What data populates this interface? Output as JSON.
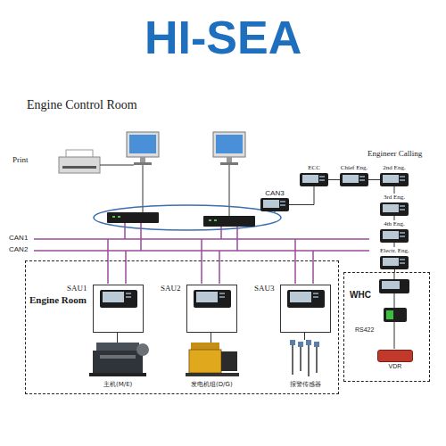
{
  "diagram": {
    "title": "Engine Control Room",
    "nodes": [
      {
        "text": [
          "ECC"
        ]
      },
      {
        "text": [
          "Chief Eng."
        ]
      },
      {
        "text": [
          "2nd Eng."
        ]
      },
      {
        "text": [
          "CAN3"
        ]
      },
      {
        "text": [
          "3rd Eng."
        ]
      },
      {
        "text": [
          "4th Eng."
        ]
      },
      {
        "text": [
          "Electr. Eng."
        ]
      },
      {
        "text": [
          "Engine Room"
        ]
      },
      {
        "text": [
          "SAU1"
        ],
        "in": 7
      },
      {
        "text": [
          "SAU2"
        ],
        "in": 7
      },
      {
        "text": [
          "SAU3"
        ],
        "in": 7
      },
      {
        "text": [
          "WHC"
        ]
      },
      {
        "text": [
          "VDR"
        ],
        "in": 11
      }
    ],
    "edges": [
      {
        "from": 3,
        "to": 0,
        "arrow": "none"
      },
      {
        "from": 0,
        "to": 1,
        "arrow": "none"
      },
      {
        "from": 1,
        "to": 2,
        "arrow": "none"
      },
      {
        "from": 2,
        "to": 4,
        "arrow": "none"
      },
      {
        "from": 4,
        "to": 5,
        "arrow": "none"
      },
      {
        "from": 5,
        "to": 6,
        "arrow": "none"
      },
      {
        "from": 6,
        "to": 11,
        "arrow": "none"
      }
    ],
    "labels": [
      "HI-SEA",
      "Print",
      "Engineer Calling",
      "CAN1",
      "CAN2",
      "RS422",
      "主机(M/E)",
      "发电机组(D/G)",
      "报警传感器"
    ]
  }
}
